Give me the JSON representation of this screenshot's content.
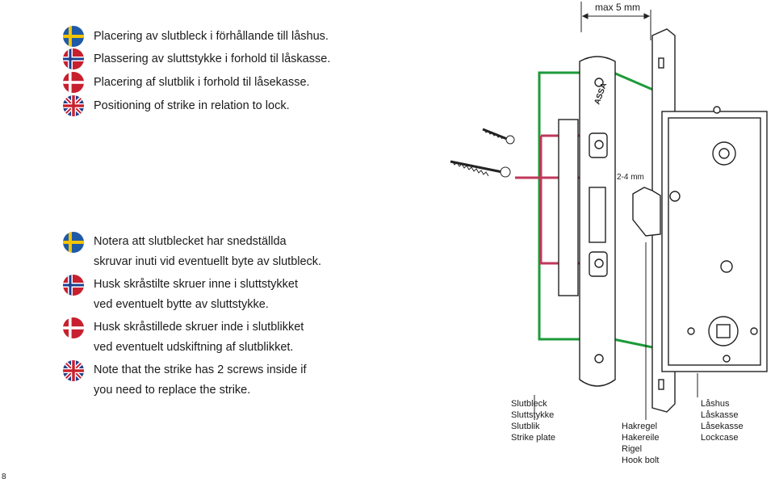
{
  "headings": [
    {
      "flag": "sweden",
      "text": "Placering av slutbleck i förhållande till låshus."
    },
    {
      "flag": "norway",
      "text": "Plassering av sluttstykke i forhold til låskasse."
    },
    {
      "flag": "denmark",
      "text": "Placering af slutblik i forhold til låsekasse."
    },
    {
      "flag": "uk",
      "text": "Positioning of strike in relation to lock."
    }
  ],
  "notes": [
    {
      "flag": "sweden",
      "text": "Notera att slutblecket har snedställda\nskruvar inuti vid eventuellt byte av slutbleck."
    },
    {
      "flag": "norway",
      "text": "Husk skråstilte skruer inne i sluttstykket\nved eventuelt bytte av sluttstykke."
    },
    {
      "flag": "denmark",
      "text": "Husk skråstillede skruer inde i slutblikket\nved eventuelt udskiftning af slutblikket."
    },
    {
      "flag": "uk",
      "text": "Note that the strike has 2 screws inside if\nyou need to replace the strike."
    }
  ],
  "diagram": {
    "max_label": "max 5 mm",
    "gap_label": "2-4 mm",
    "strike_label": "Slutbleck\nSluttstykke\nSlutblik\nStrike plate",
    "hookbolt_label": "Hakregel\nHakereile\nRigel\nHook bolt",
    "lockcase_label": "Låshus\nLåskasse\nLåsekasse\nLockcase",
    "brand_text": "ASSA"
  },
  "colors": {
    "green": "#1e9a3a",
    "red": "#c0385a"
  },
  "page_number": "8"
}
